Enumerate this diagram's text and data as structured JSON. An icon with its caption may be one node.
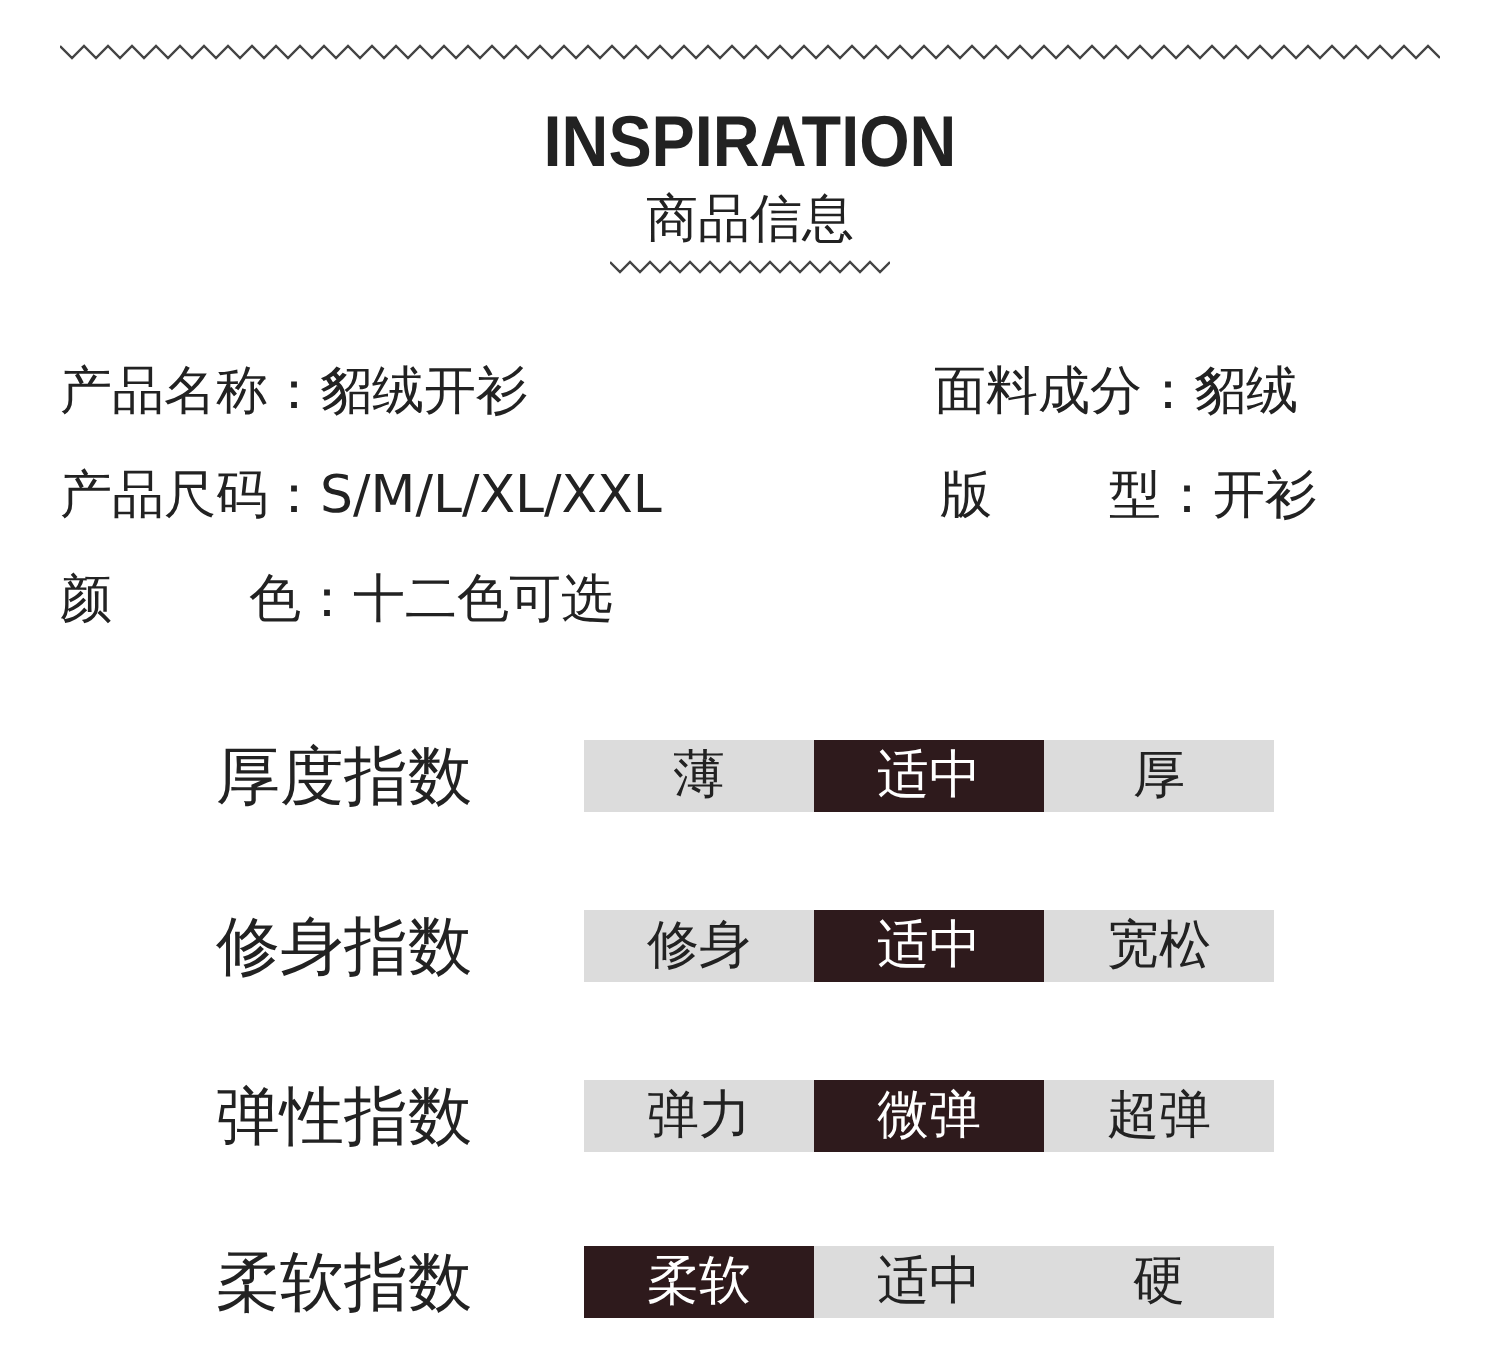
{
  "diagram": {
    "title": "INSPIRATION",
    "nodes": [
      {
        "text": [
          "厚度指数"
        ]
      },
      {
        "text": [
          "薄"
        ],
        "in": 0
      },
      {
        "text": [
          "适中"
        ],
        "in": 0
      },
      {
        "text": [
          "厚"
        ],
        "in": 0
      },
      {
        "text": [
          "修身指数"
        ]
      },
      {
        "text": [
          "修身"
        ],
        "in": 4
      },
      {
        "text": [
          "适中"
        ],
        "in": 4
      },
      {
        "text": [
          "宽松"
        ],
        "in": 4
      },
      {
        "text": [
          "弹性指数"
        ]
      },
      {
        "text": [
          "弹力"
        ],
        "in": 8
      },
      {
        "text": [
          "微弹"
        ],
        "in": 8
      },
      {
        "text": [
          "超弹"
        ],
        "in": 8
      },
      {
        "text": [
          "柔软指数"
        ]
      },
      {
        "text": [
          "柔软"
        ],
        "in": 12
      },
      {
        "text": [
          "适中"
        ],
        "in": 12
      },
      {
        "text": [
          "硬"
        ],
        "in": 12
      }
    ],
    "labels": [
      "商品信息",
      "产品名称：貂绒开衫",
      "面料成分：貂绒",
      "产品尺码：S/M/L/XL/XXL",
      "版 型：开衫",
      "颜 色：十二色可选"
    ]
  }
}
